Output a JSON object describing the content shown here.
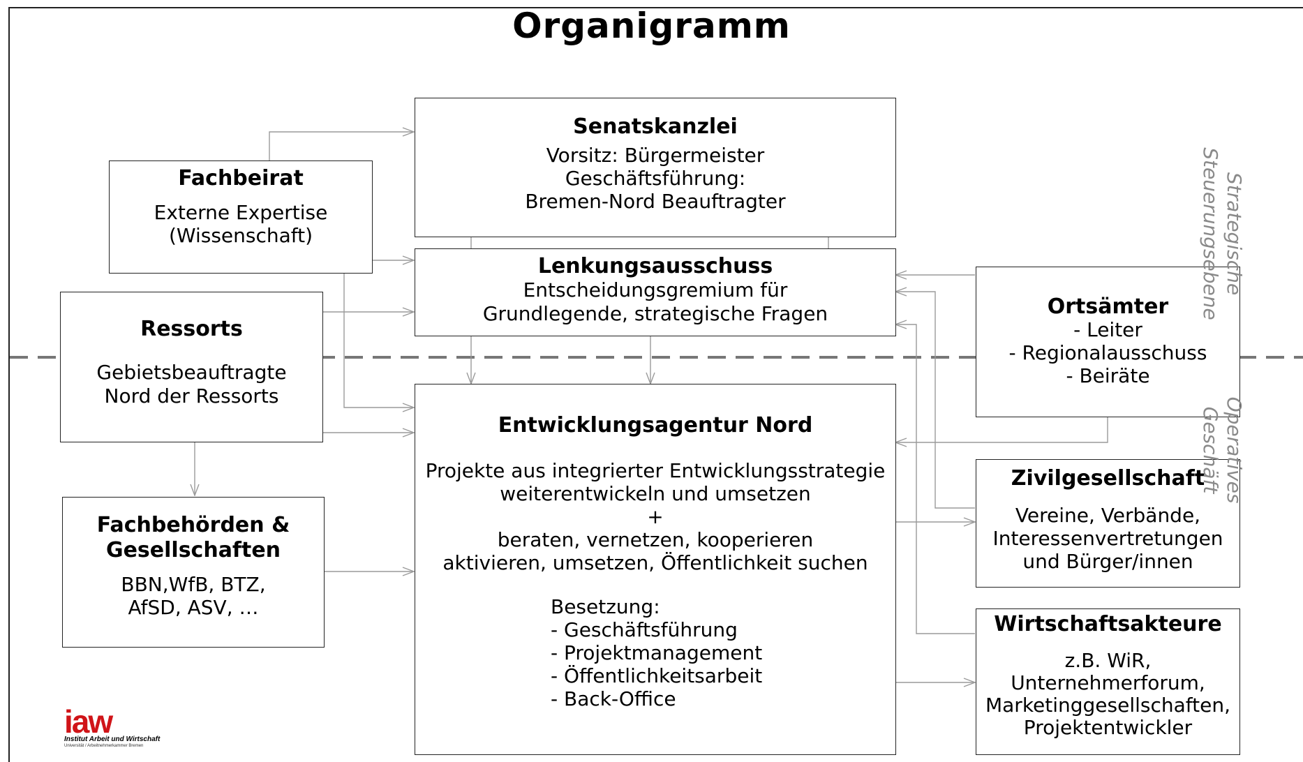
{
  "title": "Organigramm",
  "side_labels": {
    "strategic": [
      "Strategische",
      "Steuerungsebene"
    ],
    "operative": [
      "Operatives",
      "Geschäft"
    ]
  },
  "boxes": {
    "senatskanzlei": {
      "heading": "Senatskanzlei",
      "lines": [
        "Vorsitz: Bürgermeister",
        "Geschäftsführung:",
        "Bremen-Nord Beauftragter"
      ]
    },
    "fachbeirat": {
      "heading": "Fachbeirat",
      "lines": [
        "Externe Expertise",
        "(Wissenschaft)"
      ]
    },
    "lenkungsausschuss": {
      "heading": "Lenkungsausschuss",
      "lines": [
        "Entscheidungsgremium für",
        "Grundlegende, strategische Fragen"
      ]
    },
    "ressorts": {
      "heading": "Ressorts",
      "lines": [
        "Gebietsbeauftragte",
        "Nord der Ressorts"
      ]
    },
    "ortsaemter": {
      "heading": "Ortsämter",
      "lines": [
        "-  Leiter",
        "- Regionalausschuss",
        "- Beiräte"
      ]
    },
    "entwicklungsagentur": {
      "heading": "Entwicklungsagentur Nord",
      "lines": [
        "Projekte aus integrierter Entwicklungsstrategie",
        "weiterentwickeln und umsetzen",
        "+",
        "beraten, vernetzen, kooperieren",
        "aktivieren, umsetzen, Öffentlichkeit suchen"
      ],
      "staff_label": "Besetzung:",
      "staff": [
        "-   Geschäftsführung",
        "-   Projektmanagement",
        "-   Öffentlichkeitsarbeit",
        "-   Back-Office"
      ]
    },
    "fachbehoerden": {
      "heading": [
        "Fachbehörden &",
        "Gesellschaften"
      ],
      "lines": [
        "BBN,WfB, BTZ,",
        "AfSD, ASV, …"
      ]
    },
    "zivilgesellschaft": {
      "heading": "Zivilgesellschaft",
      "lines": [
        "Vereine, Verbände,",
        "Interessenvertretungen",
        "und Bürger/innen"
      ]
    },
    "wirtschaftsakteure": {
      "heading": "Wirtschaftsakteure",
      "lines": [
        "z.B. WiR,",
        "Unternehmerforum,",
        "Marketinggesellschaften,",
        "Projektentwickler"
      ]
    }
  },
  "logo": {
    "mark": "iaw",
    "line1": "Institut Arbeit und Wirtschaft",
    "line2": "Universität / Arbeitnehmerkammer Bremen"
  },
  "colors": {
    "line": "#222222",
    "connector": "#9a9a9a",
    "divider": "#777777",
    "side_label": "#8a8a8a",
    "logo": "#d01418"
  }
}
